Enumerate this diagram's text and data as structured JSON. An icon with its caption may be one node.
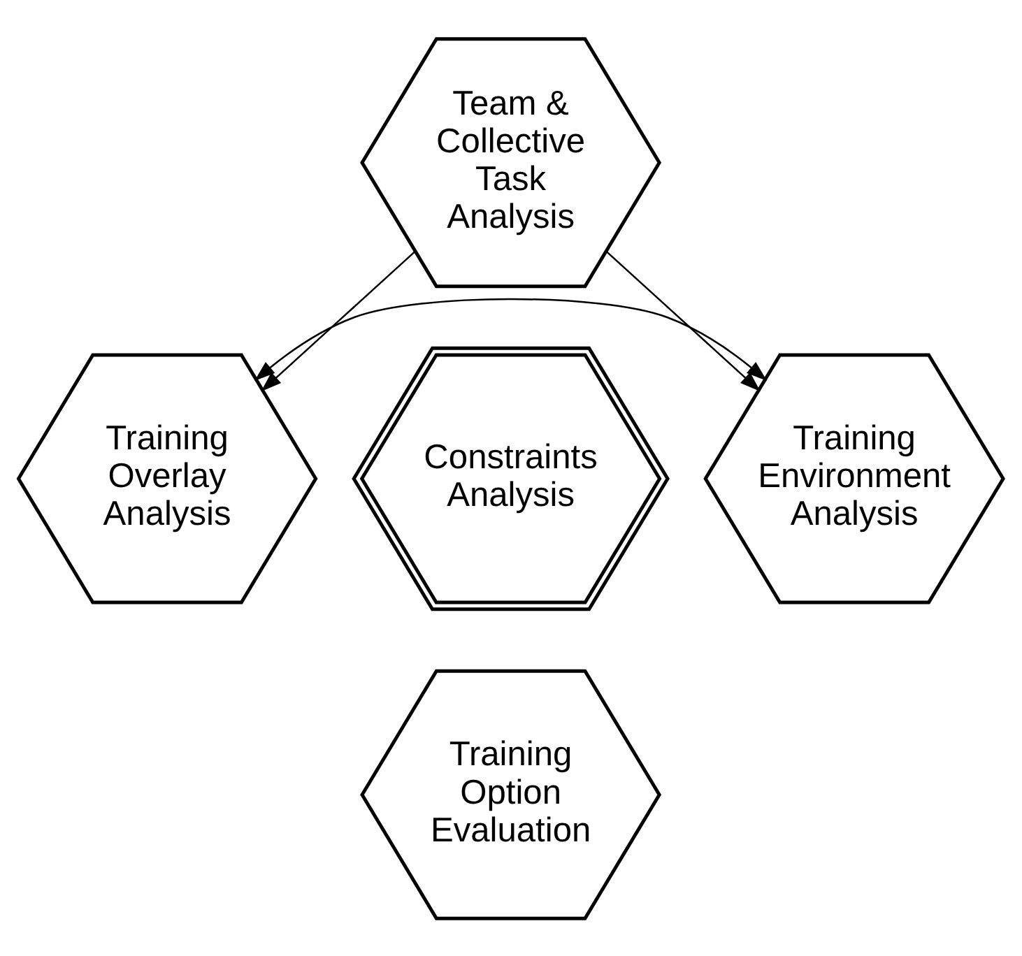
{
  "diagram": {
    "nodes": [
      {
        "text": [
          "Team & Collective Task Analysis"
        ]
      },
      {
        "text": [
          "Constraints Analysis"
        ]
      },
      {
        "text": [
          "Training Overlay Analysis"
        ]
      },
      {
        "text": [
          "Training Environment Analysis"
        ]
      },
      {
        "text": [
          "Training Option Evaluation"
        ]
      }
    ],
    "edges": [
      {
        "from": 0,
        "to": 2,
        "arrow": "to"
      },
      {
        "from": 0,
        "to": 3,
        "arrow": "to"
      },
      {
        "from": 2,
        "to": 3,
        "arrow": "both"
      }
    ]
  }
}
